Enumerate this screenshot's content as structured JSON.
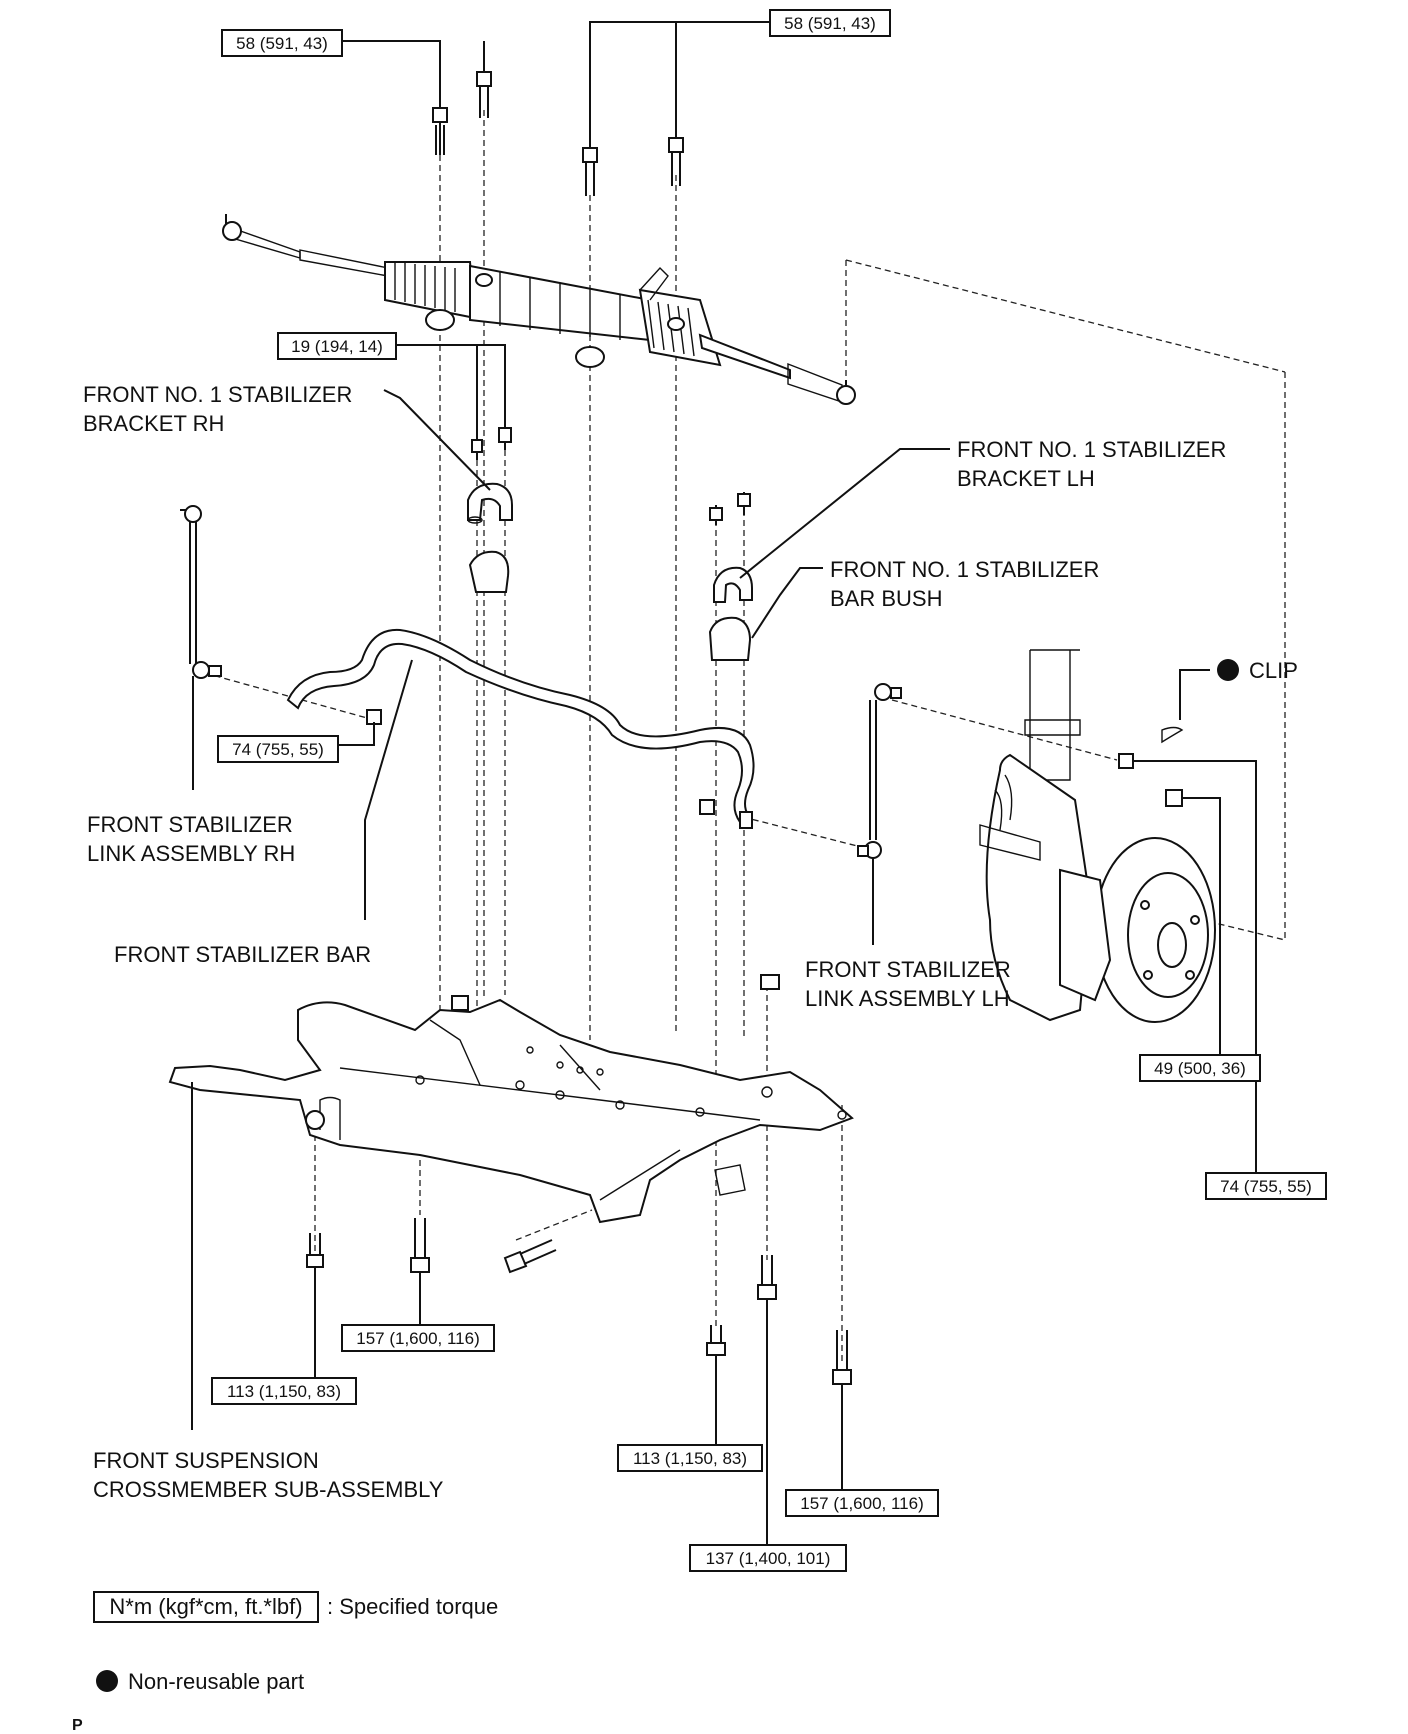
{
  "labels": {
    "bracket_rh": [
      "FRONT NO. 1 STABILIZER",
      "BRACKET RH"
    ],
    "bracket_lh": [
      "FRONT NO. 1 STABILIZER",
      "BRACKET LH"
    ],
    "bar_bush": [
      "FRONT NO. 1 STABILIZER",
      "BAR BUSH"
    ],
    "clip": "CLIP",
    "link_rh": [
      "FRONT STABILIZER",
      "LINK ASSEMBLY RH"
    ],
    "link_lh": [
      "FRONT STABILIZER",
      "LINK ASSEMBLY LH"
    ],
    "stabilizer_bar": "FRONT STABILIZER BAR",
    "crossmember": [
      "FRONT SUSPENSION",
      "CROSSMEMBER SUB-ASSEMBLY"
    ]
  },
  "torques": {
    "t1": "58 (591, 43)",
    "t2": "58 (591, 43)",
    "t3": "19 (194, 14)",
    "t4": "74 (755, 55)",
    "t5": "49 (500, 36)",
    "t6": "74 (755, 55)",
    "t7": "157 (1,600, 116)",
    "t8": "113 (1,150, 83)",
    "t9": "113 (1,150, 83)",
    "t10": "157 (1,600, 116)",
    "t11": "137 (1,400, 101)"
  },
  "legend": {
    "torque_box": "N*m (kgf*cm, ft.*lbf)",
    "torque_text": ": Specified torque",
    "nonreusable_text": "Non-reusable part"
  },
  "footer_code": "P"
}
